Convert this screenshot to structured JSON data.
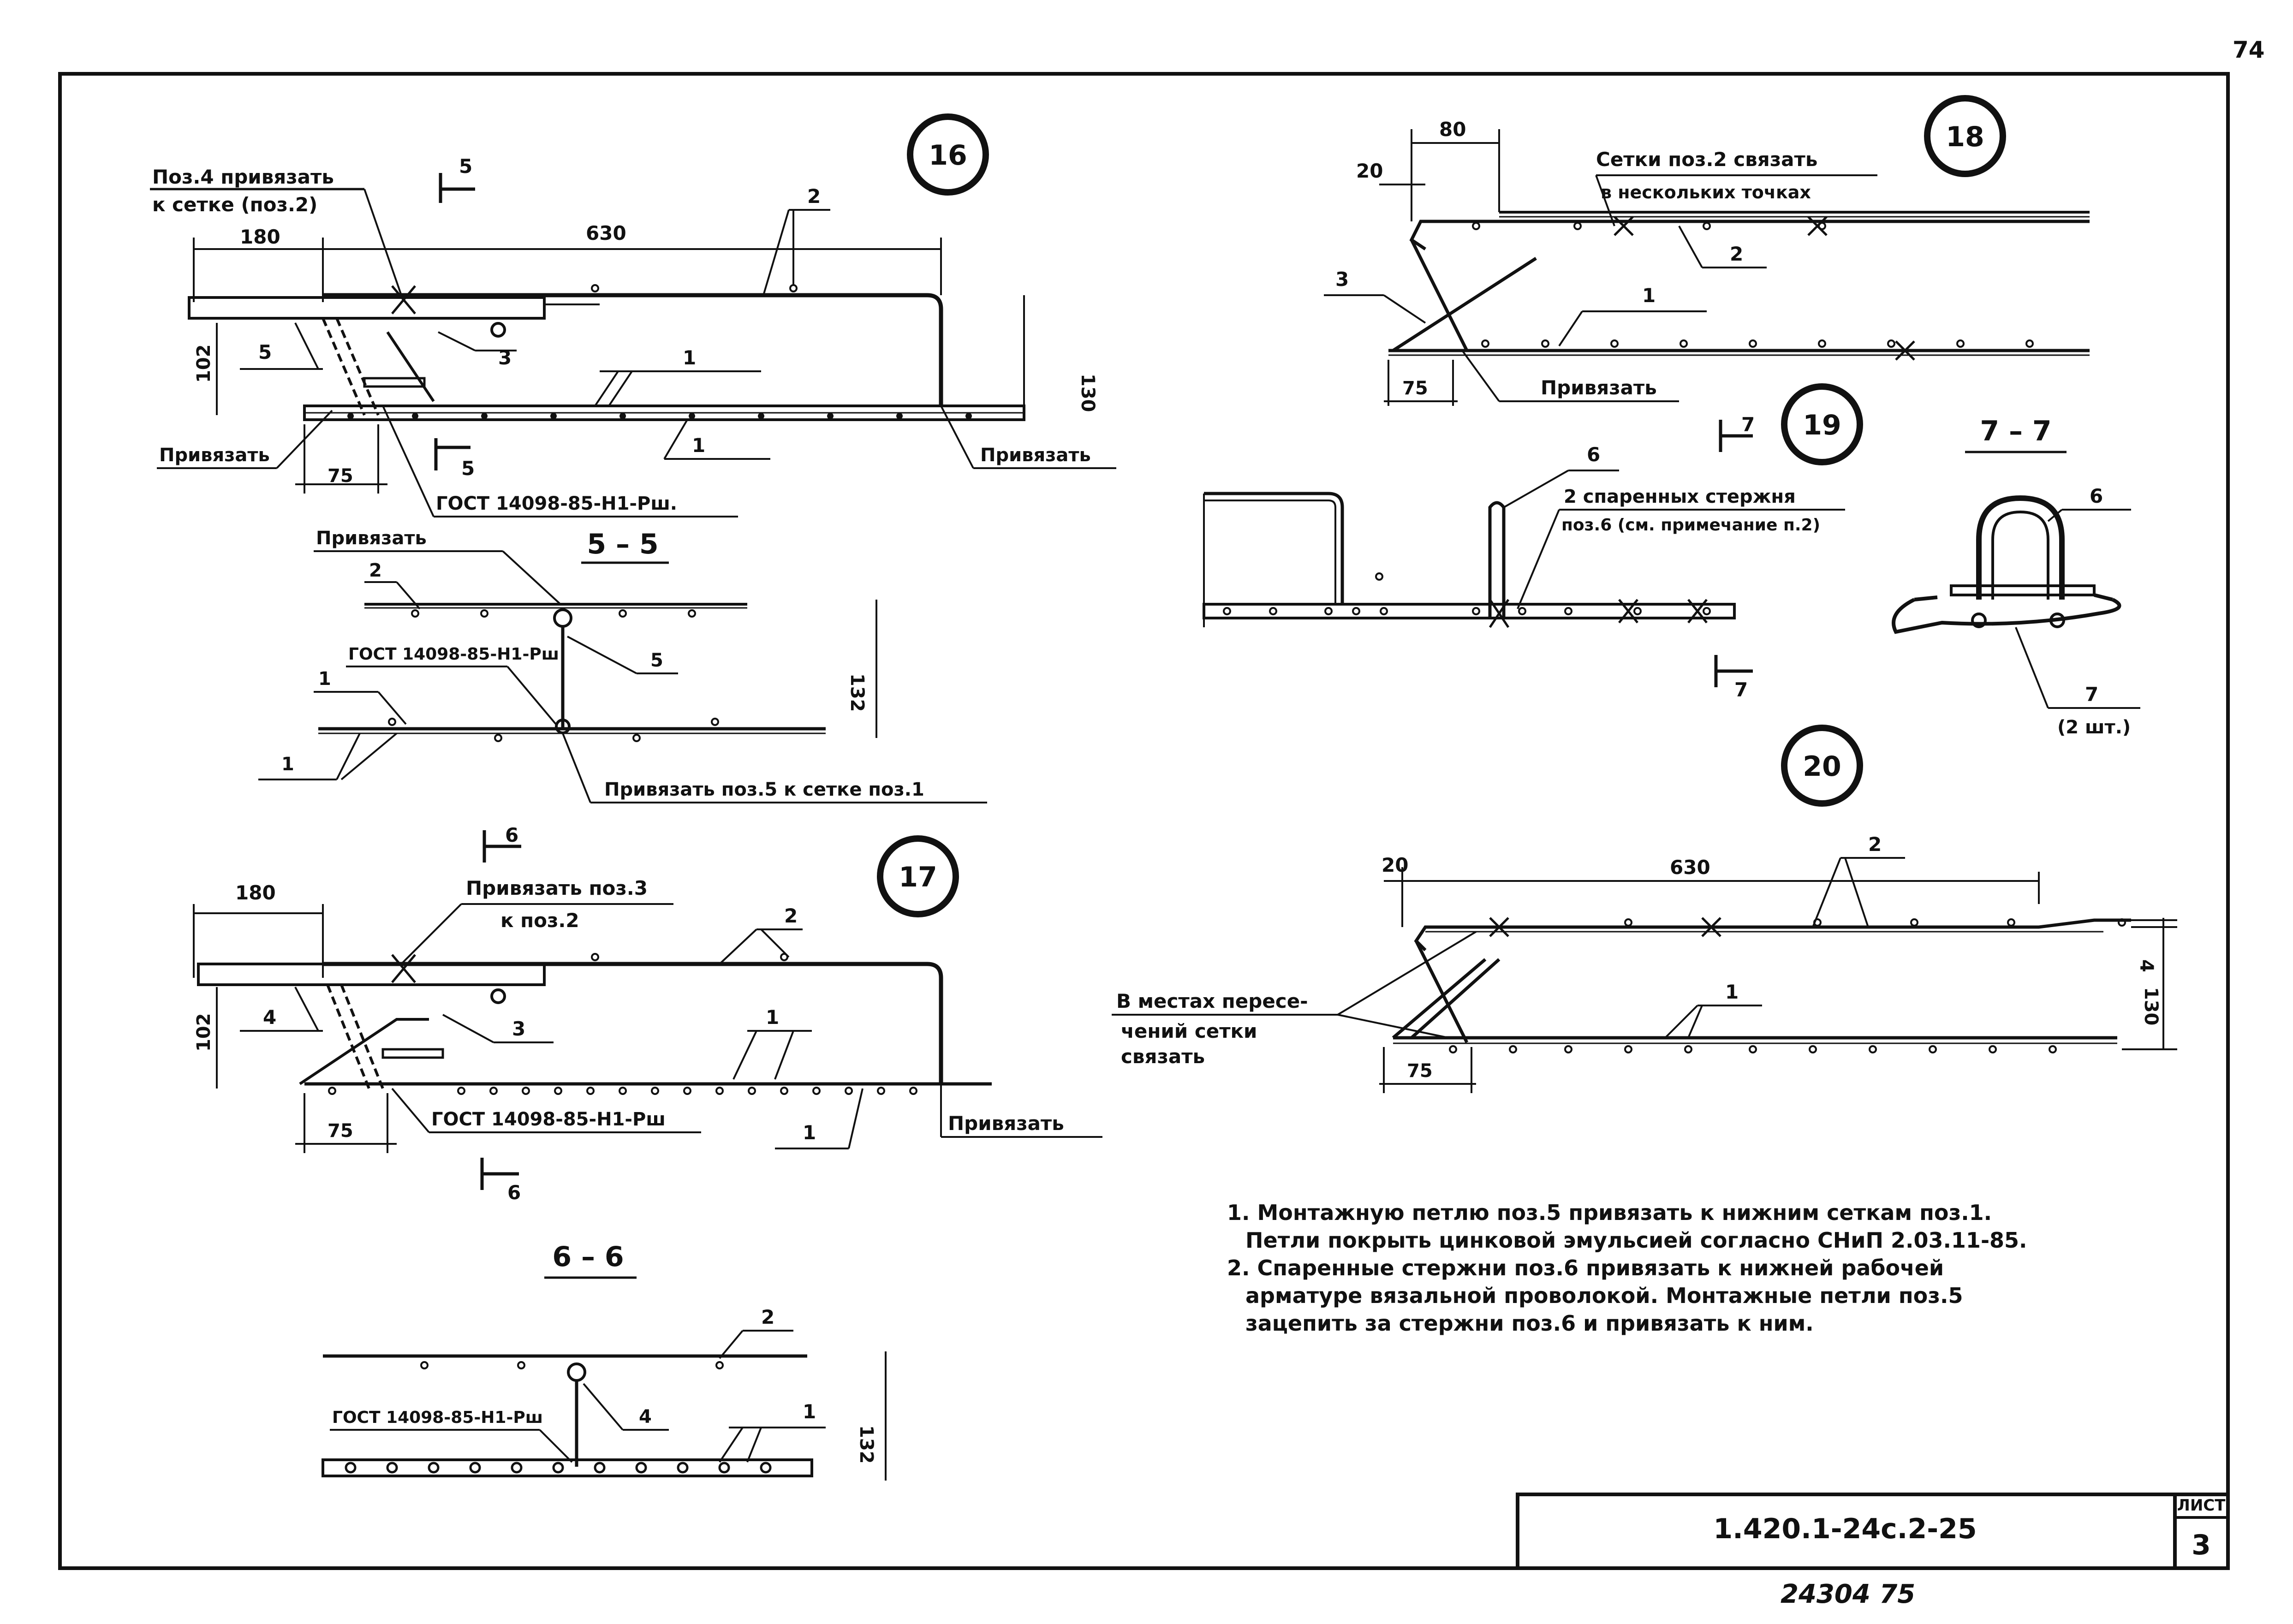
{
  "page_number": "74",
  "footer_code": "24304 75",
  "title_block": {
    "doc_code": "1.420.1-24с.2-25",
    "sheet_label": "ЛИСТ",
    "sheet_number": "3"
  },
  "details": {
    "d16": {
      "number": "16",
      "labels": {
        "note": "Поз.4 привязать",
        "note2": "к сетке (поз.2)",
        "tie_left": "Привязать",
        "tie_right": "Привязать",
        "gost": "ГОСТ 14098-85-Н1-Рш.",
        "section_top": "5",
        "section_bot": "5",
        "pos2": "2",
        "pos1a": "1",
        "pos1b": "1",
        "pos3": "3",
        "pos5": "5"
      },
      "dims": {
        "d180": "180",
        "d630": "630",
        "d102": "102",
        "d130": "130",
        "d75": "75"
      }
    },
    "s55": {
      "title": "5 – 5",
      "labels": {
        "tie_top": "Привязать",
        "gost": "ГОСТ 14098-85-Н1-Рш",
        "tie_bottom": "Привязать поз.5 к сетке поз.1",
        "pos2": "2",
        "pos5": "5",
        "pos1a": "1",
        "pos1b": "1"
      },
      "dims": {
        "d132": "132"
      }
    },
    "d17": {
      "number": "17",
      "labels": {
        "note": "Привязать поз.3",
        "note2": "к поз.2",
        "tie_right": "Привязать",
        "gost": "ГОСТ 14098-85-Н1-Рш",
        "section_top": "6",
        "section_bot": "6",
        "pos2": "2",
        "pos1a": "1",
        "pos1b": "1",
        "pos3": "3",
        "pos4": "4"
      },
      "dims": {
        "d180": "180",
        "d102": "102",
        "d75": "75"
      }
    },
    "s66": {
      "title": "6 – 6",
      "labels": {
        "gost": "ГОСТ 14098-85-Н1-Рш",
        "pos2": "2",
        "pos4": "4",
        "pos1": "1"
      },
      "dims": {
        "d132": "132"
      }
    },
    "d18": {
      "number": "18",
      "labels": {
        "note": "Сетки поз.2 связать",
        "note2": "в нескольких точках",
        "tie": "Привязать",
        "pos2": "2",
        "pos1": "1",
        "pos3": "3"
      },
      "dims": {
        "d80": "80",
        "d20": "20",
        "d75": "75"
      }
    },
    "d19": {
      "number": "19",
      "labels": {
        "note": "2 спаренных стержня",
        "note2": "поз.6 (см. примечание п.2)",
        "pos6": "6",
        "section_top": "7",
        "section_bot": "7"
      }
    },
    "s77": {
      "title": "7 – 7",
      "labels": {
        "pos6": "6",
        "pos7": "7",
        "qty": "(2 шт.)"
      }
    },
    "d20": {
      "number": "20",
      "labels": {
        "note": "В местах пересе-",
        "note2": "чений сетки",
        "note3": "связать",
        "pos2": "2",
        "pos1": "1"
      },
      "dims": {
        "d20": "20",
        "d630": "630",
        "d130": "130",
        "d75": "75",
        "d4": "4"
      }
    }
  },
  "notes": [
    "1. Монтажную петлю поз.5 привязать к нижним сеткам поз.1.",
    "Петли покрыть цинковой эмульсией согласно СНиП 2.03.11-85.",
    "2. Спаренные стержни поз.6 привязать к нижней рабочей",
    "арматуре вязальной проволокой. Монтажные петли поз.5",
    "зацепить за стержни поз.6 и привязать к ним."
  ]
}
